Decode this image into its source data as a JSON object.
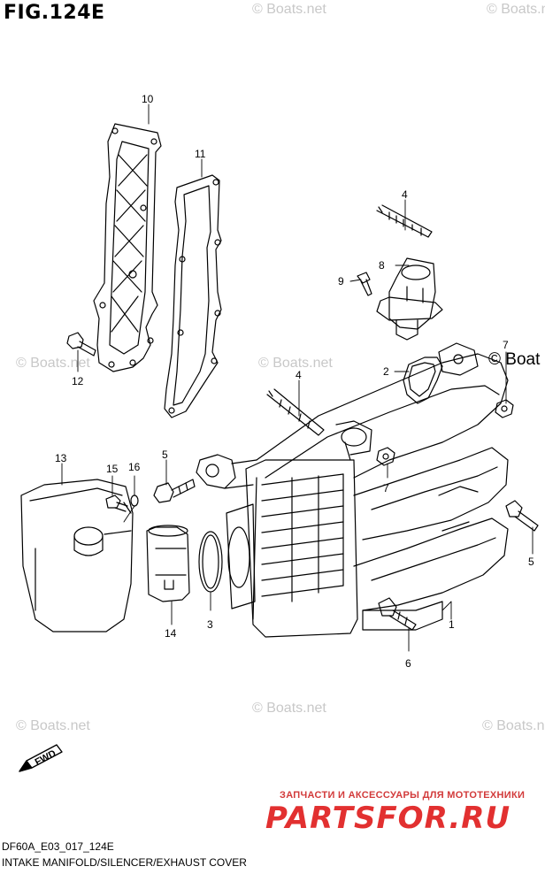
{
  "figure": {
    "title": "FIG.124E",
    "code": "DF60A_E03_017_124E",
    "name": "INTAKE MANIFOLD/SILENCER/EXHAUST COVER"
  },
  "callouts": [
    {
      "id": "c1",
      "label": "1"
    },
    {
      "id": "c2",
      "label": "2"
    },
    {
      "id": "c3",
      "label": "3"
    },
    {
      "id": "c4a",
      "label": "4"
    },
    {
      "id": "c4b",
      "label": "4"
    },
    {
      "id": "c5a",
      "label": "5"
    },
    {
      "id": "c5b",
      "label": "5"
    },
    {
      "id": "c6",
      "label": "6"
    },
    {
      "id": "c7a",
      "label": "7"
    },
    {
      "id": "c7b",
      "label": "7"
    },
    {
      "id": "c8",
      "label": "8"
    },
    {
      "id": "c9",
      "label": "9"
    },
    {
      "id": "c10",
      "label": "10"
    },
    {
      "id": "c11",
      "label": "11"
    },
    {
      "id": "c12",
      "label": "12"
    },
    {
      "id": "c13",
      "label": "13"
    },
    {
      "id": "c14",
      "label": "14"
    },
    {
      "id": "c15",
      "label": "15"
    },
    {
      "id": "c16",
      "label": "16"
    }
  ],
  "watermark": "© Boats.net",
  "overlay_text": "© Boat",
  "direction_label": "FWD",
  "shop": {
    "tagline": "ЗАПЧАСТИ И АКСЕССУАРЫ ДЛЯ МОТОТЕХНИКИ",
    "logo": "PARTSFOR.RU"
  },
  "colors": {
    "line": "#000000",
    "watermark": "#c8c8c8",
    "logo": "#e23030"
  }
}
